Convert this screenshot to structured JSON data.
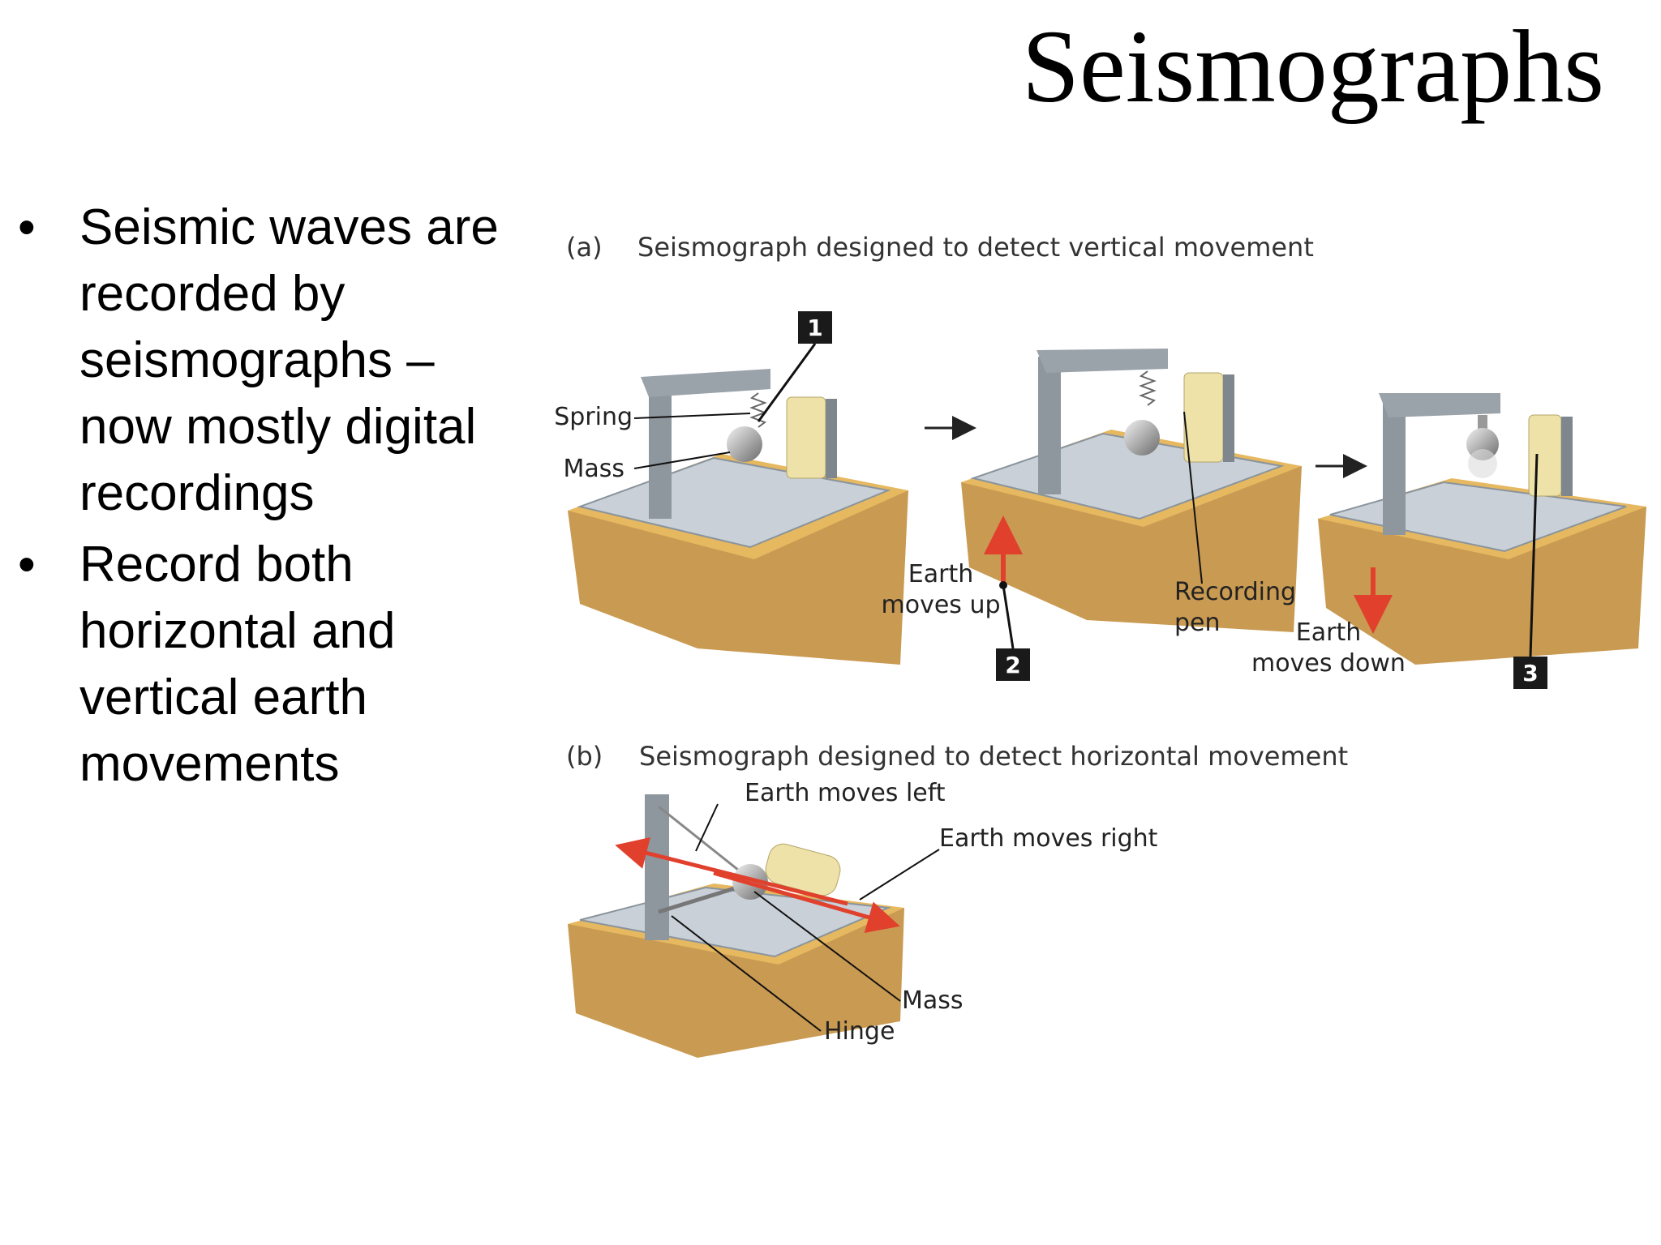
{
  "title": "Seismographs",
  "bullets": [
    "Seismic waves are recorded by seismographs – now mostly digital recordings",
    "Record both horizontal and vertical earth movements"
  ],
  "bullet_glyph": "•",
  "figure": {
    "panel_a": {
      "letter": "(a)",
      "caption": "Seismograph designed to detect vertical movement",
      "labels": {
        "spring": "Spring",
        "mass": "Mass",
        "earth_up_1": "Earth",
        "earth_up_2": "moves up",
        "recording_1": "Recording",
        "recording_2": "pen",
        "earth_down_1": "Earth",
        "earth_down_2": "moves down"
      },
      "steps": [
        "1",
        "2",
        "3"
      ]
    },
    "panel_b": {
      "letter": "(b)",
      "caption": "Seismograph designed to detect horizontal movement",
      "labels": {
        "left": "Earth moves left",
        "right": "Earth moves right",
        "mass": "Mass",
        "hinge": "Hinge"
      }
    },
    "colors": {
      "earth_top": "#e6b860",
      "earth_side": "#c99a52",
      "plate": "#c9d0d8",
      "frame": "#8e969e",
      "drum": "#eee2a8",
      "arrow_red": "#e0402c",
      "badge": "#1a1a1a"
    }
  }
}
